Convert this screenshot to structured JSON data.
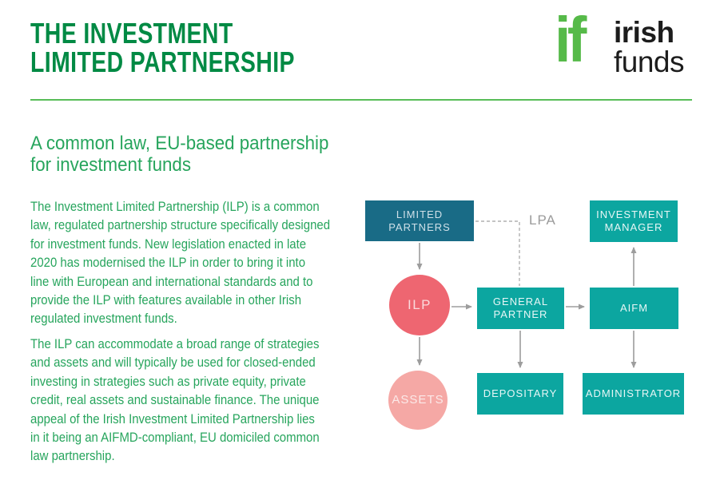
{
  "page": {
    "title": "THE INVESTMENT\nLIMITED PARTNERSHIP"
  },
  "logo": {
    "mark": "if",
    "name_top": "irish",
    "name_bottom": "funds"
  },
  "intro": {
    "subtitle": "A common law, EU-based partnership\nfor investment funds",
    "paragraph1": "The Investment Limited Partnership (ILP) is a common\nlaw, regulated partnership structure specifically designed\nfor investment funds. New legislation enacted in late\n2020 has modernised the ILP in order to bring it into\nline with European and international standards and to\nprovide the ILP with features available in other Irish\nregulated investment funds.",
    "paragraph2": "The ILP can accommodate a broad range of strategies\nand assets and will typically be used for closed-ended\ninvesting in strategies such as private equity, private\ncredit, real assets and sustainable finance. The unique\nappeal of the Irish Investment Limited Partnership lies\nin it being an AIFMD-compliant, EU domiciled common\nlaw partnership."
  },
  "diagram": {
    "nodes": {
      "limited_partners": "LIMITED\nPARTNERS",
      "investment_manager": "INVESTMENT\nMANAGER",
      "ilp": "ILP",
      "general_partner": "GENERAL\nPARTNER",
      "aifm": "AIFM",
      "assets": "ASSETS",
      "depositary": "DEPOSITARY",
      "administrator": "ADMINISTRATOR"
    },
    "lpa_label": "LPA"
  },
  "colors": {
    "title_green": "#018a44",
    "rule_green": "#58bd58",
    "body_green": "#27a55d",
    "logo_green": "#56ba49",
    "logo_black": "#1c1c1c",
    "dark_teal": "#196b86",
    "teal": "#0ca6a0",
    "coral": "#ee6671",
    "light_pink": "#f5a8a5",
    "arrow_gray": "#9d9d9d",
    "dash_gray": "#b0b0b0",
    "lpa_gray": "#9b9b9b"
  }
}
